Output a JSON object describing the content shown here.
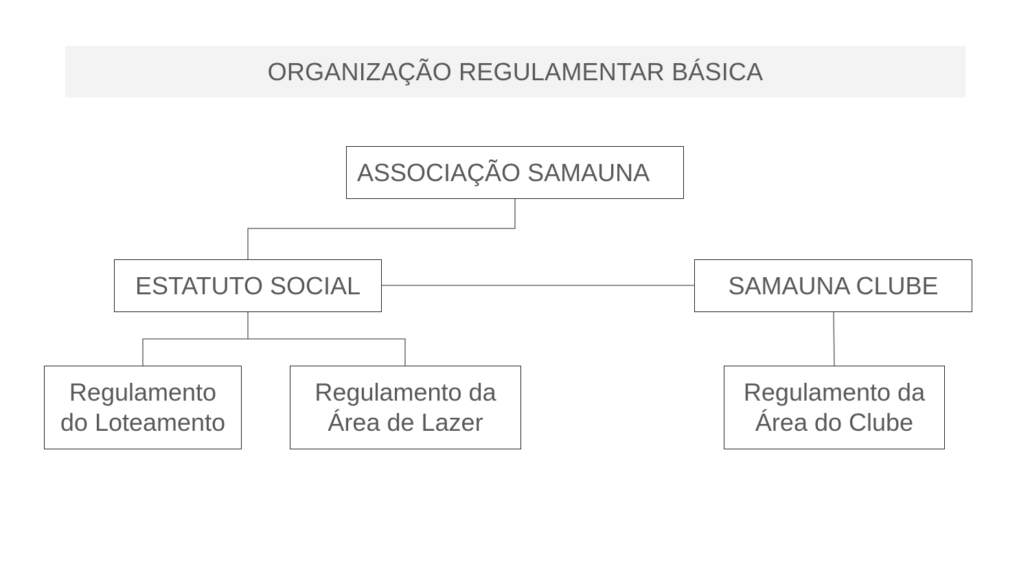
{
  "title": "ORGANIZAÇÃO REGULAMENTAR BÁSICA",
  "nodes": {
    "associacao": {
      "lines": [
        "ASSOCIAÇÃO SAMAUNA"
      ]
    },
    "estatuto": {
      "lines": [
        "ESTATUTO SOCIAL"
      ]
    },
    "clube": {
      "lines": [
        "SAMAUNA CLUBE"
      ]
    },
    "loteamento": {
      "lines": [
        "Regulamento",
        "do Loteamento"
      ]
    },
    "lazer": {
      "lines": [
        "Regulamento da",
        "Área de Lazer"
      ]
    },
    "area_clube": {
      "lines": [
        "Regulamento da",
        "Área do Clube"
      ]
    }
  },
  "edges": [
    [
      "associacao",
      "estatuto"
    ],
    [
      "estatuto",
      "clube"
    ],
    [
      "estatuto",
      "loteamento"
    ],
    [
      "estatuto",
      "lazer"
    ],
    [
      "clube",
      "area_clube"
    ]
  ],
  "colors": {
    "text": "#595959",
    "title_background": "#f3f3f3",
    "box_border": "#222222",
    "connector": "#555555"
  }
}
